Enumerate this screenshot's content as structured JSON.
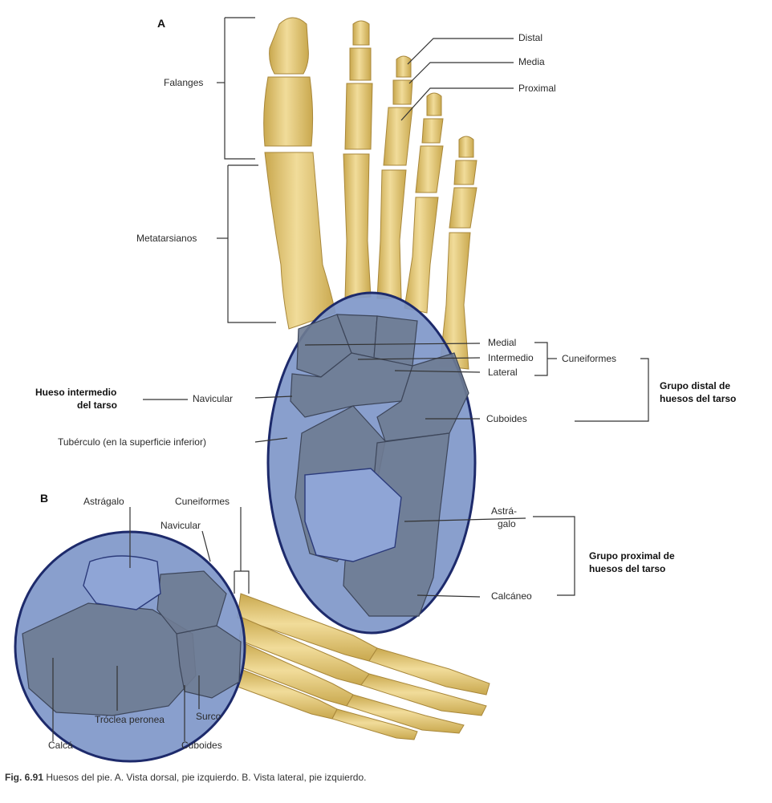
{
  "panel_a": {
    "letter": "A",
    "labels": {
      "falanges": "Falanges",
      "metatarsianos": "Metatarsianos",
      "distal": "Distal",
      "media": "Media",
      "proximal": "Proximal",
      "medial": "Medial",
      "intermedio": "Intermedio",
      "lateral": "Lateral",
      "cuneiformes": "Cuneiformes",
      "grupo_distal": "Grupo distal de",
      "grupo_distal_2": "huesos del tarso",
      "hueso_intermedio": "Hueso intermedio",
      "hueso_intermedio_2": "del tarso",
      "navicular": "Navicular",
      "cuboides": "Cuboides",
      "tuberculo": "Tubérculo (en la superficie inferior)",
      "astragalo_1": "Astrá-",
      "astragalo_2": "galo",
      "grupo_proximal": "Grupo proximal de",
      "grupo_proximal_2": "huesos del tarso",
      "calcaneo": "Calcáneo"
    }
  },
  "panel_b": {
    "letter": "B",
    "labels": {
      "astragalo": "Astrágalo",
      "cuneiformes": "Cuneiformes",
      "navicular": "Navicular",
      "troclea": "Tróclea peronea",
      "surco": "Surco",
      "calcaneo": "Calcá",
      "cuboides": "Cuboides"
    }
  },
  "caption": {
    "fig": "Fig. 6.91",
    "text": "Huesos del pie. A. Vista dorsal, pie izquierdo. B. Vista lateral, pie izquierdo."
  },
  "colors": {
    "bone": "#e8cf86",
    "bone_shadow": "#c9a84e",
    "highlight_fill": "#7f97c9",
    "highlight_stroke": "#1d2a6b",
    "tarsal_bone": "#69778f",
    "leader": "#333333"
  }
}
